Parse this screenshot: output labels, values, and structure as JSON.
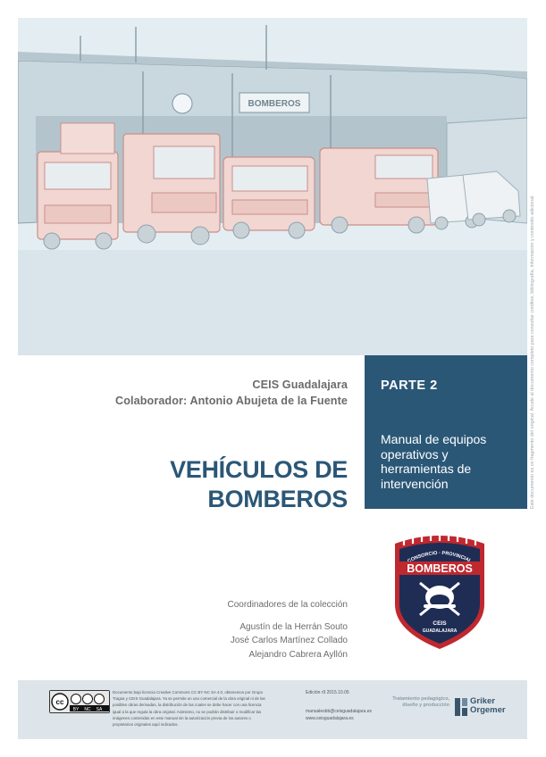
{
  "illustration": {
    "building_sign": "BOMBEROS"
  },
  "side_note": "Este documento es un fragmento del original. Acude al documento completo para consultar créditos, bibliografía, información y contenido adicional.",
  "credits": {
    "org": "CEIS Guadalajara",
    "collaborator": "Colaborador: Antonio Abujeta de la Fuente"
  },
  "part_box": {
    "label": "PARTE 2",
    "description": "Manual de equipos operativos y herramientas de intervención"
  },
  "title": {
    "line1": "VEHÍCULOS DE",
    "line2": "BOMBEROS"
  },
  "coordinators": {
    "heading": "Coordinadores de la colección",
    "names": [
      "Agustín de la Herrán Souto",
      "José Carlos Martínez Collado",
      "Alejandro Cabrera Ayllón"
    ]
  },
  "badge": {
    "arc_text": "CONSORCIO · PROVINCIAL",
    "name": "BOMBEROS",
    "sub1": "CEIS",
    "sub2": "GUADALAJARA"
  },
  "footer": {
    "cc_labels": [
      "BY",
      "NC",
      "SA"
    ],
    "license_text": "Documento bajo licencia Creative Commons CC BY NC SA 4.0, obtenemos por Grupo Tragsa y CEIS Guadalajara. Ya se permite un uso comercial de la obra original ni de las posibles obras derivadas, la distribución de las cuales se debe hacer con una licencia igual a la que regula la obra original. Asimismo, no se podrán distribuir o modificar las imágenes contenidas en este manual sin la autorización previa de los autores o propietarios originales aquí indicados.",
    "edition": "Edición r9 2015.10.05",
    "email1": "manualesbb@ceisguadalajara.es",
    "email2": "www.ceisguadalajara.es",
    "treatment": "Tratamiento pedagógico, diseño y producción",
    "publisher_line1": "Griker",
    "publisher_line2": "Orgemer"
  },
  "colors": {
    "accent": "#2b5777",
    "illustration_bg": "#e4eef2",
    "footer_bg": "#dde5ea",
    "badge_red": "#c0282f",
    "badge_navy": "#1f2d55"
  }
}
